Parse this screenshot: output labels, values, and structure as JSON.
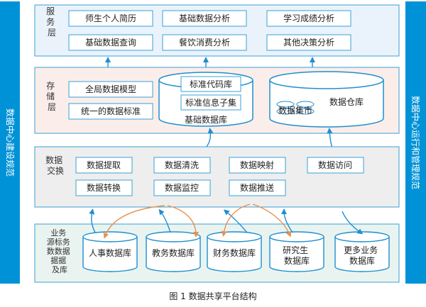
{
  "left_bar": "数据中心建设规范",
  "right_bar": "数据中心运行和管理规范",
  "layers": {
    "service": {
      "label": "服务层",
      "boxes": [
        "师生个人简历",
        "基础数据分析",
        "学习成绩分析",
        "基础数据查询",
        "餐饮消费分析",
        "其他决策分析"
      ]
    },
    "storage": {
      "label": "存储层",
      "boxes": [
        "全局数据模型",
        "统一的数据标准"
      ],
      "base_db": {
        "title": "基础数据库",
        "items": [
          "标准代码库",
          "标准信息子集"
        ]
      },
      "warehouse": {
        "title": "数据仓库",
        "mart": "数据集市"
      }
    },
    "exchange": {
      "label": "数据交换",
      "boxes": [
        "数据提取",
        "数据清洗",
        "数据映射",
        "数据访问",
        "数据转换",
        "数据监控",
        "数据推送"
      ]
    },
    "source": {
      "label": "业务数据源标准数据库及库",
      "label_lines": [
        "业务",
        "源标务",
        "数数据",
        "据据",
        "及库"
      ],
      "databases": [
        "人事数据库",
        "教务数据库",
        "财务数据库",
        "研究生数据库",
        "更多业务数据库"
      ]
    }
  },
  "caption": "图 1  数据共享平台结构",
  "colors": {
    "bar": "#0092d7",
    "border": "#3aa0d6",
    "service_bg": "#eaf3fb",
    "storage_bg": "#fbeeea",
    "exchange_bg": "#eeeeee",
    "source_bg": "#e9f4f0",
    "orange": "#e8914f"
  }
}
